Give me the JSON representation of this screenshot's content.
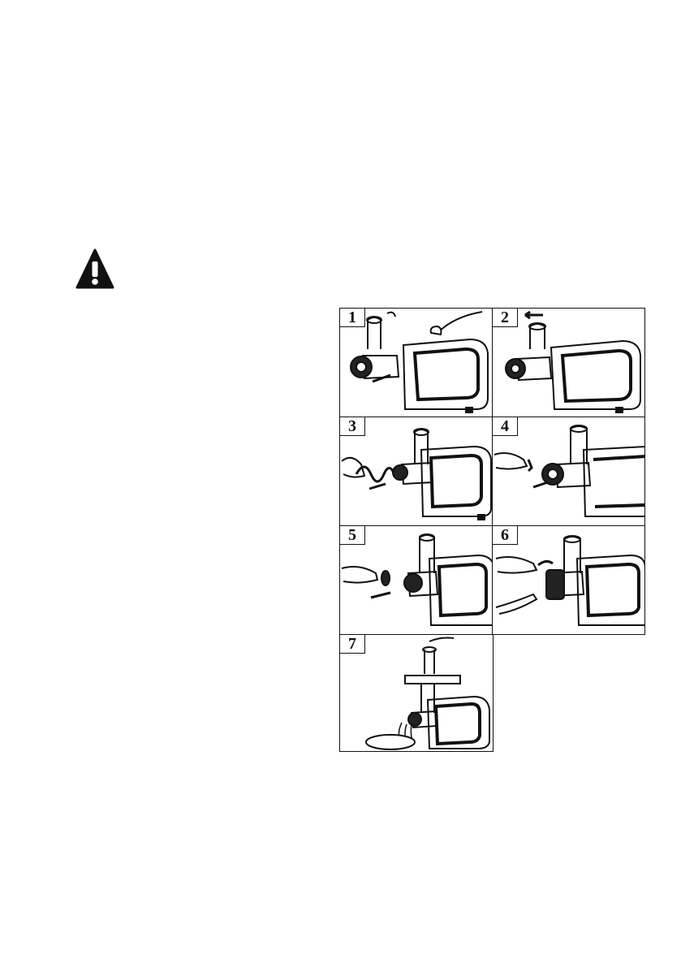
{
  "page": {
    "background": "#ffffff",
    "ink": "#111111"
  },
  "warning": {
    "icon": "warning-triangle-icon",
    "color": "#111111"
  },
  "steps": [
    {
      "number": "1"
    },
    {
      "number": "2"
    },
    {
      "number": "3"
    },
    {
      "number": "4"
    },
    {
      "number": "5"
    },
    {
      "number": "6"
    },
    {
      "number": "7"
    }
  ]
}
